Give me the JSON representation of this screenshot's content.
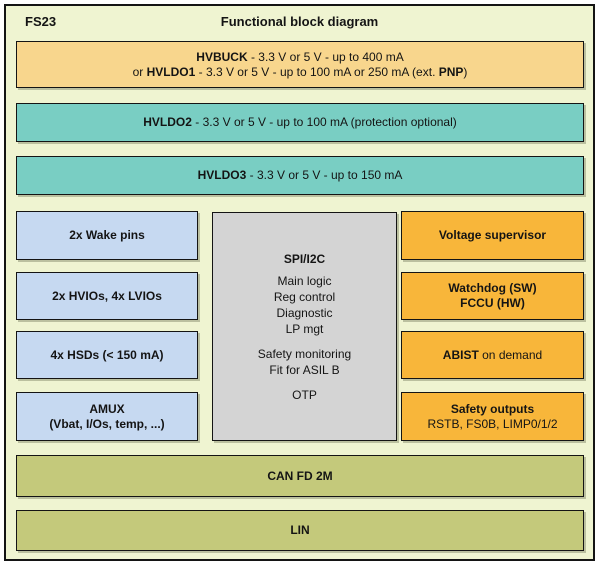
{
  "header": {
    "chip": "FS23",
    "title": "Functional block diagram"
  },
  "colors": {
    "background": "#eff4d1",
    "border": "#141414",
    "regulator_tan": "#f8d68d",
    "ldo_teal": "#79cec3",
    "io_blue": "#c6d9f1",
    "safety_orange": "#f8b63a",
    "logic_gray": "#d4d4d4",
    "comm_olive": "#c4c97b"
  },
  "rows": {
    "hvbuck": {
      "line1": {
        "name": "HVBUCK",
        "rest": " - 3.3 V or 5 V - up to 400 mA"
      },
      "line2": {
        "pre": "or ",
        "name": "HVLDO1",
        "mid": " - 3.3 V or 5 V - up to 100 mA or 250 mA (ext. ",
        "name2": "PNP",
        "post": ")"
      }
    },
    "hvldo2": {
      "name": "HVLDO2",
      "rest": " - 3.3 V or 5 V - up to 100 mA (protection optional)"
    },
    "hvldo3": {
      "name": "HVLDO3",
      "rest": " - 3.3 V or 5 V - up to 150 mA"
    }
  },
  "left_column": {
    "wake": "2x Wake pins",
    "ios": "2x HVIOs, 4x LVIOs",
    "hsds": "4x HSDs (< 150 mA)",
    "amux_line1": "AMUX",
    "amux_line2": "(Vbat, I/Os, temp, ...)"
  },
  "center": {
    "title": "SPI/I2C",
    "group1": [
      "Main logic",
      "Reg control",
      "Diagnostic",
      "LP mgt"
    ],
    "group2": [
      "Safety monitoring",
      "Fit for ASIL B"
    ],
    "group3": [
      "OTP"
    ]
  },
  "right_column": {
    "supervisor": "Voltage supervisor",
    "watchdog_line1": "Watchdog (SW)",
    "watchdog_line2": "FCCU (HW)",
    "abist_bold": "ABIST",
    "abist_rest": " on demand",
    "safety_line1": "Safety outputs",
    "safety_line2": "RSTB, FS0B, LIMP0/1/2"
  },
  "bottom": {
    "can": "CAN FD 2M",
    "lin": "LIN"
  }
}
